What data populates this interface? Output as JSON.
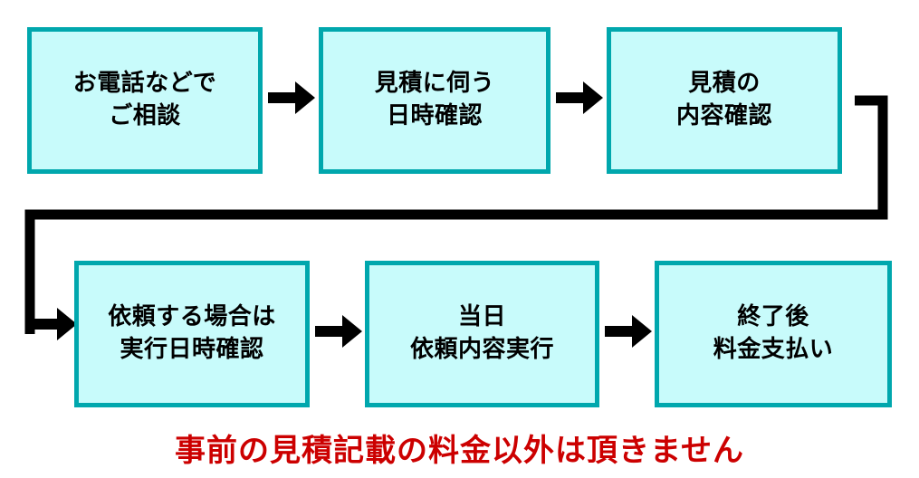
{
  "diagram": {
    "title_caption": "事前の見積記載の料金以外は頂きません",
    "colors": {
      "node_fill": "#c8fbfb",
      "node_border": "#00a7ad",
      "arrow": "#000000",
      "caption_text": "#cc0000",
      "background": "#ffffff"
    },
    "nodes": [
      {
        "id": "step-1",
        "line1": "お電話などで",
        "line2": "ご相談",
        "text": "お電話などで\nご相談"
      },
      {
        "id": "step-2",
        "line1": "見積に伺う",
        "line2": "日時確認",
        "text": "見積に伺う\n日時確認"
      },
      {
        "id": "step-3",
        "line1": "見積の",
        "line2": "内容確認",
        "text": "見積の\n内容確認"
      },
      {
        "id": "step-4",
        "line1": "依頼する場合は",
        "line2": "実行日時確認",
        "text": "依頼する場合は\n実行日時確認"
      },
      {
        "id": "step-5",
        "line1": "当日",
        "line2": "依頼内容実行",
        "text": "当日\n依頼内容実行"
      },
      {
        "id": "step-6",
        "line1": "終了後",
        "line2": "料金支払い",
        "text": "終了後\n料金支払い"
      }
    ],
    "connectors": [
      {
        "id": "arrow-1-2",
        "kind": "arrow-right",
        "from": "step-1",
        "to": "step-2"
      },
      {
        "id": "arrow-2-3",
        "kind": "arrow-right",
        "from": "step-2",
        "to": "step-3"
      },
      {
        "id": "arrow-3-4",
        "kind": "elbow-wrap",
        "from": "step-3",
        "to": "step-4"
      },
      {
        "id": "arrow-4-5",
        "kind": "arrow-right",
        "from": "step-4",
        "to": "step-5"
      },
      {
        "id": "arrow-5-6",
        "kind": "arrow-right",
        "from": "step-5",
        "to": "step-6"
      }
    ]
  }
}
